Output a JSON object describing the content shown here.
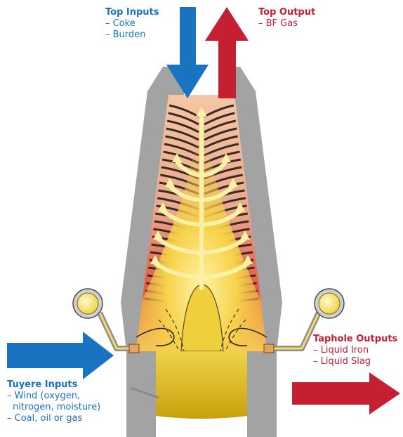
{
  "top_inputs": {
    "title": "Top Inputs",
    "items": [
      "– Coke",
      "– Burden"
    ]
  },
  "top_output": {
    "title": "Top Output",
    "items": [
      "– BF Gas"
    ]
  },
  "taphole_outputs": {
    "title": "Taphole Outputs",
    "items": [
      "– Liquid Iron",
      "– Liquid Slag"
    ]
  },
  "tuyere_inputs": {
    "title": "Tuyere Inputs",
    "items": [
      "– Wind (oxygen,",
      "  nitrogen, moisture)",
      "– Coal, oil or gas"
    ]
  },
  "colors": {
    "input_blue": "#1a73c0",
    "output_red": "#c42032",
    "shell_gray": "#a3a3a3",
    "gas_yellow": "#fbf1a5",
    "hot_red": "#e8463c",
    "iron_gold": "#d9b400"
  }
}
